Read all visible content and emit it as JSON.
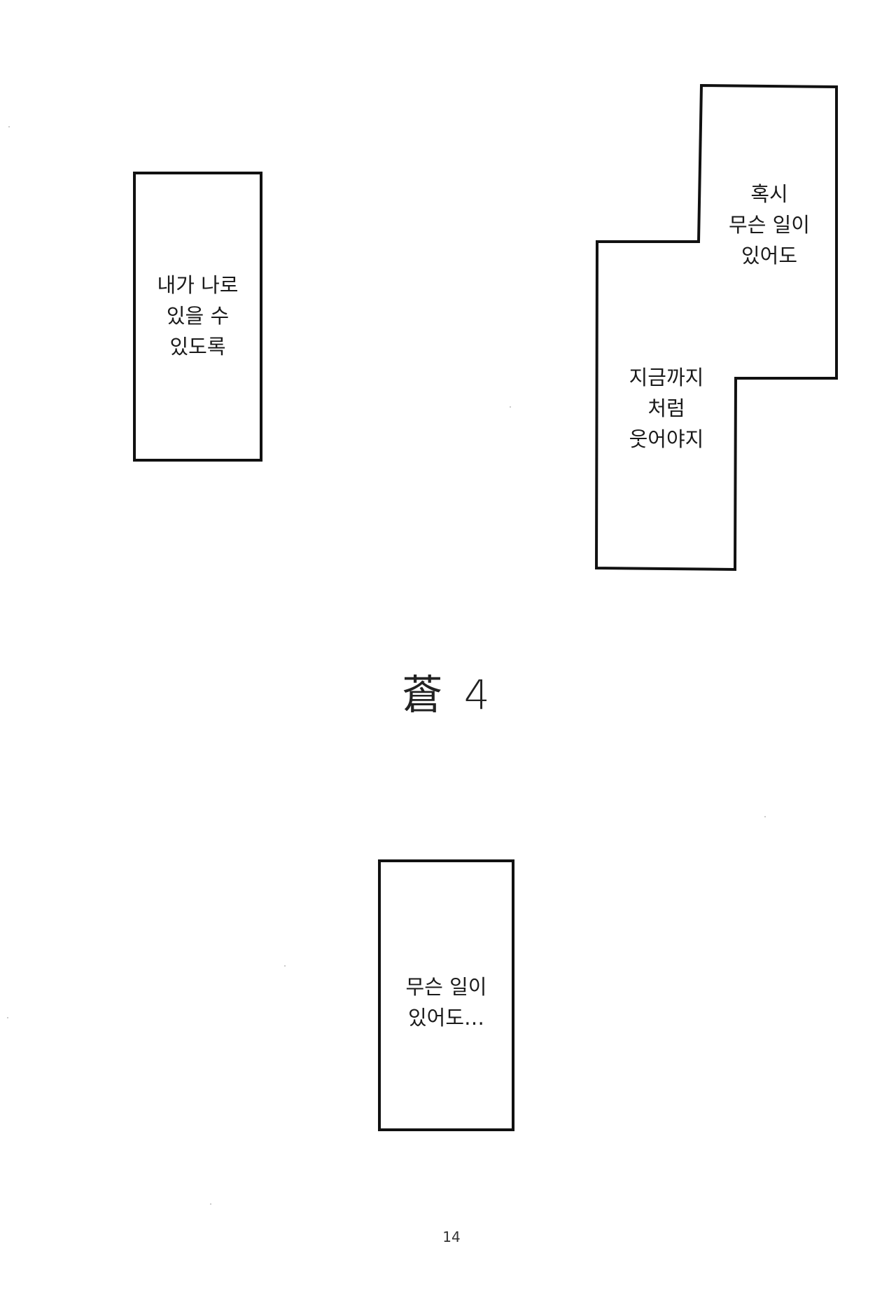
{
  "panels": {
    "left": {
      "lines": [
        "내가 나로",
        "있을 수",
        "있도록"
      ]
    },
    "right_top": {
      "lines": [
        "혹시",
        "무슨 일이",
        "있어도"
      ]
    },
    "right_bottom": {
      "lines": [
        "지금까지",
        "처럼",
        "웃어야지"
      ]
    },
    "bottom": {
      "lines": [
        "무슨 일이",
        "있어도…"
      ]
    }
  },
  "title": "蒼 4",
  "page_number": "14"
}
